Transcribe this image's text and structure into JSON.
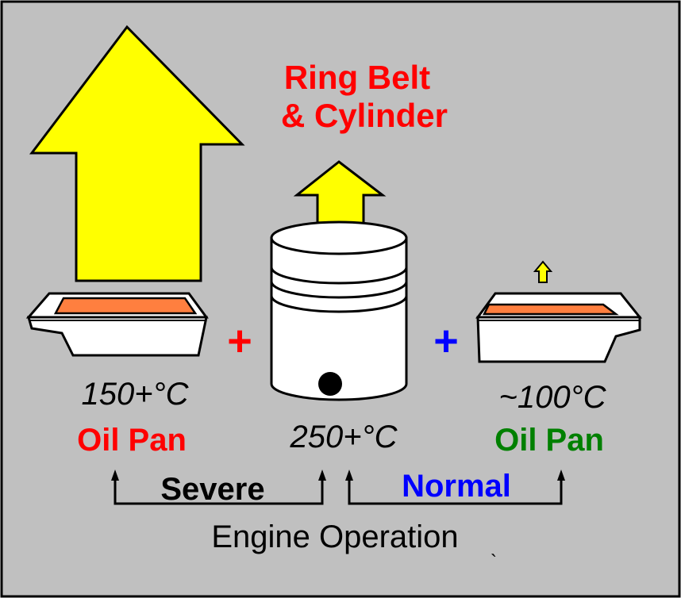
{
  "labels": {
    "ring_belt_line1": "Ring Belt",
    "ring_belt_line2": "& Cylinder",
    "left_temp": "150+°C",
    "left_label": "Oil Pan",
    "piston_temp": "250+°C",
    "right_temp": "~100°C",
    "right_label": "Oil Pan",
    "plus_left": "+",
    "plus_right": "+",
    "severe": "Severe",
    "normal": "Normal",
    "engine_operation": "Engine Operation",
    "stray_mark": "`"
  },
  "colors": {
    "background": "#c0c0c0",
    "border": "#000000",
    "arrow_fill": "#ffff00",
    "oil": "#ff7f3f",
    "red": "#ff0000",
    "blue": "#0000ff",
    "green": "#008000",
    "white": "#ffffff",
    "black": "#000000"
  },
  "icons": [
    "heat-arrow-large-icon",
    "heat-arrow-medium-icon",
    "heat-arrow-small-icon",
    "oil-pan-icon",
    "piston-icon",
    "plus-icon",
    "bracket-arrow-icon"
  ]
}
